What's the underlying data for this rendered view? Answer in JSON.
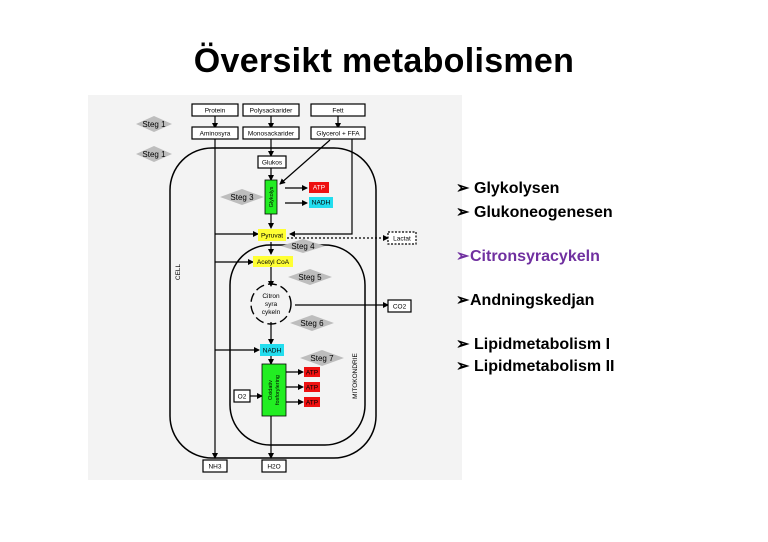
{
  "title": "Översikt metabolismen",
  "diagram": {
    "sources": [
      "Protein",
      "Polysackarider",
      "Fett"
    ],
    "intermediates": [
      "Aminosyra",
      "Monosackarider",
      "Glycerol + FFA"
    ],
    "glukos": "Glukos",
    "glykolys": "Glykolys",
    "pyruvat": "Pyruvat",
    "acetyl_coa": "Acetyl CoA",
    "lactat": "Lactat",
    "citron_cycle": [
      "Citron",
      "syra",
      "cykeln"
    ],
    "co2": "CO2",
    "nadh": "NADH",
    "oxidative": [
      "Oxidativ",
      "fosforylering"
    ],
    "o2": "O2",
    "nh3": "NH3",
    "h2o": "H2O",
    "atp": "ATP",
    "cell_label": "CELL",
    "mito_label": "MITOKONDRIE",
    "steps": [
      "Steg 1",
      "Steg 1",
      "Steg 3",
      "Steg 4",
      "Steg 5",
      "Steg 6",
      "Steg 7"
    ],
    "colors": {
      "green": "#22ee22",
      "yellow": "#ffff33",
      "cyan": "#22ddee",
      "red": "#ee1111",
      "step_gray": "#bdbdbd"
    }
  },
  "bullets": [
    {
      "text": "Glykolysen"
    },
    {
      "text": "Glukoneogenesen"
    },
    {
      "text": "Citronsyracykeln",
      "highlight": true
    },
    {
      "text": "Andningskedjan"
    },
    {
      "text": "Lipidmetabolism I"
    },
    {
      "text": "Lipidmetabolism II"
    }
  ],
  "bullet_marker": "➢"
}
